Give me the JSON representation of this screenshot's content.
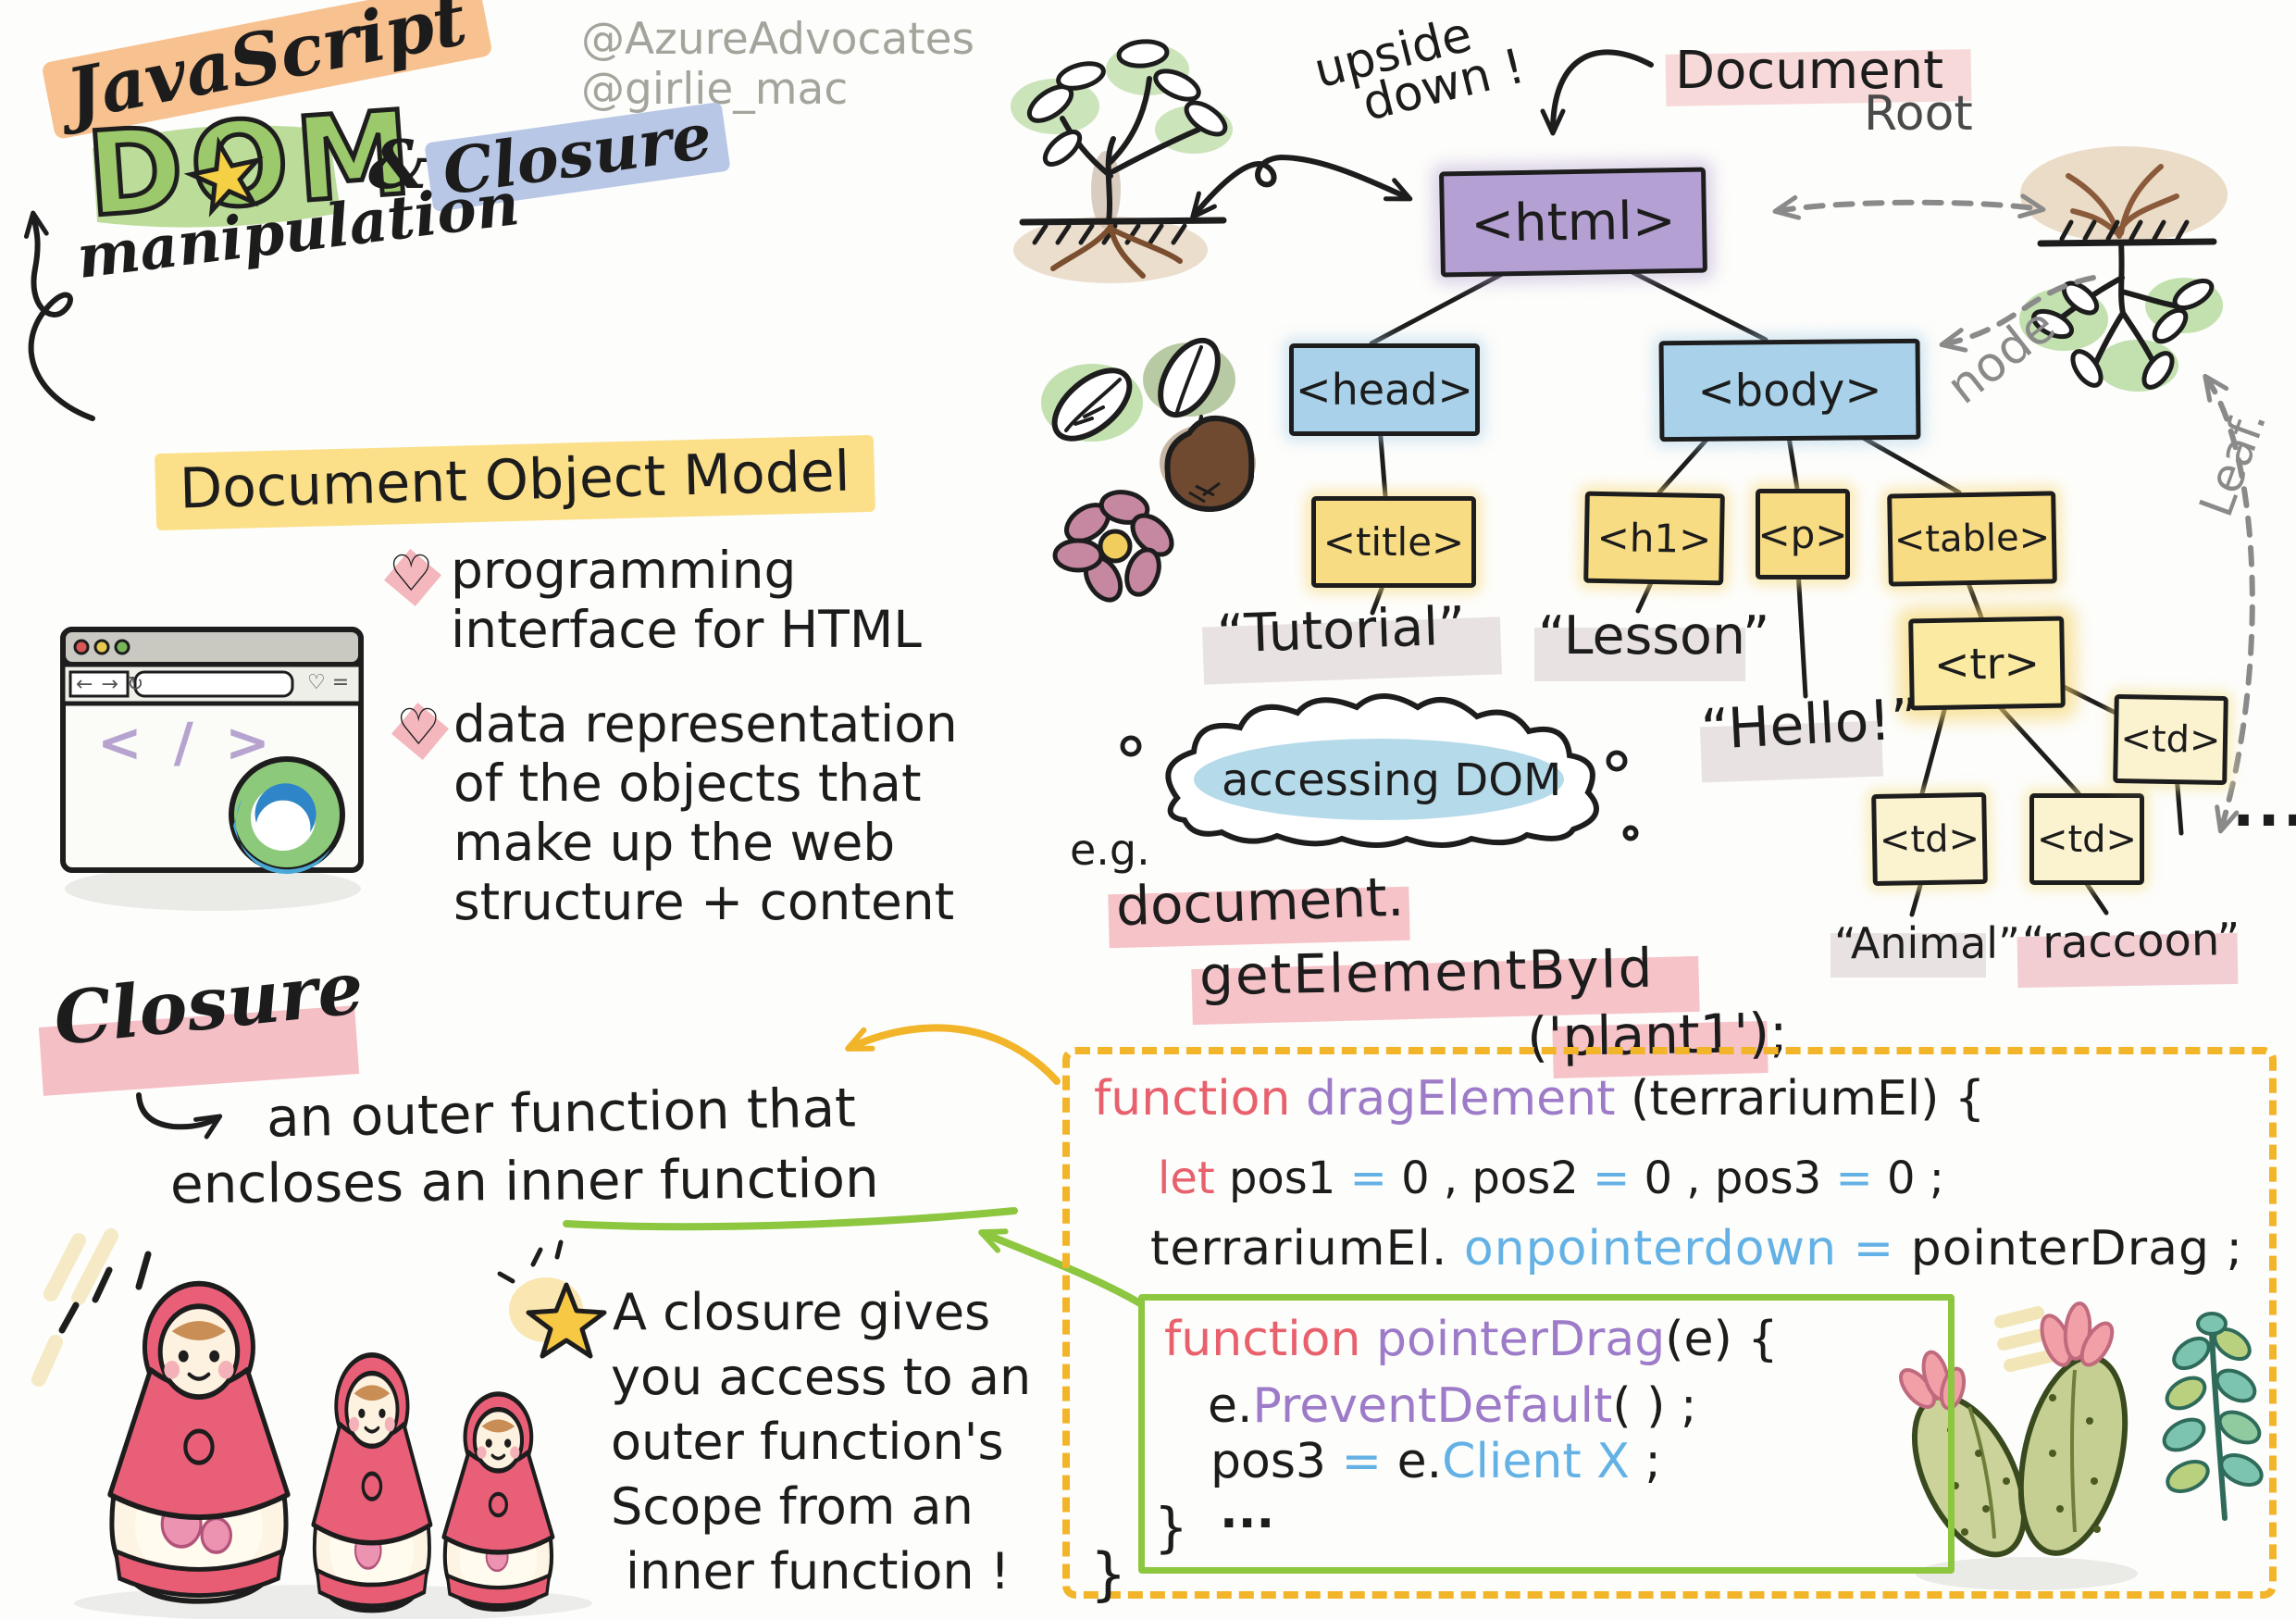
{
  "credits": {
    "line1": "@AzureAdvocates",
    "line2": "@girlie_mac"
  },
  "title": {
    "javascript": "JavaScript",
    "dom": "DOM",
    "star": "★",
    "amp": "&",
    "closure": "Closure",
    "manipulation": "manipulation"
  },
  "dom_model": {
    "heading": "Document Object Model",
    "heart": "♡",
    "bullet1": {
      "l1": "programming",
      "l2": "interface for HTML"
    },
    "bullet2": {
      "l1": "data representation",
      "l2": "of the objects that",
      "l3": "make up the web",
      "l4": "structure + content"
    }
  },
  "browser": {
    "nav": "← → ↻",
    "bookmark": "♡ =",
    "code_glyph": "< / >"
  },
  "tree": {
    "document": "Document",
    "upside1": "upside",
    "upside2": "down !",
    "root": "Root",
    "node": "node",
    "leaf": "Leaf.",
    "html": "<html>",
    "head": "<head>",
    "body": "<body>",
    "title": "<title>",
    "h1": "<h1>",
    "p": "<p>",
    "table": "<table>",
    "tr": "<tr>",
    "td1": "<td>",
    "td2": "<td>",
    "td3": "<td>",
    "more": "...",
    "tutorial": "“Tutorial”",
    "lesson": "“Lesson”",
    "hello": "“Hello!”",
    "animal": "“Animal”",
    "raccoon": "“raccoon”"
  },
  "accessing": {
    "cloud": "accessing DOM",
    "eg": "e.g.",
    "code1": "document.",
    "code2": "getElementById",
    "code3": "('plant1');"
  },
  "closure": {
    "heading": "Closure",
    "def1": "an outer function that",
    "def2": "encloses an inner function",
    "note1": "A closure gives",
    "note2": "you access to an",
    "note3": "outer function's",
    "note4": "Scope from an",
    "note5": "inner function !"
  },
  "code": {
    "l1": {
      "kw": "function",
      "name": " dragElement ",
      "rest": "(terrariumEl) {"
    },
    "l2": {
      "kw": "let",
      "t1": " pos1 ",
      "eq1": "=",
      "t2": " 0 , pos2 ",
      "eq2": "=",
      "t3": " 0 , pos3 ",
      "eq3": "=",
      "t4": " 0 ;"
    },
    "l3": {
      "t1": "terrariumEl.",
      "t2": " onpointerdown ",
      "eq": "= ",
      "t3": "pointerDrag ;"
    },
    "inner": {
      "l1": {
        "kw": "function",
        "name": " pointerDrag",
        "rest": "(e) {"
      },
      "l2": {
        "t1": "e.",
        "name": "PreventDefault",
        "rest": "( ) ;"
      },
      "l3": {
        "t1": "pos3 ",
        "eq": "= ",
        "t2": "e.",
        "prop": "Client X",
        "rest": " ;"
      },
      "l4": "...",
      "close": "}"
    },
    "close": "}"
  }
}
